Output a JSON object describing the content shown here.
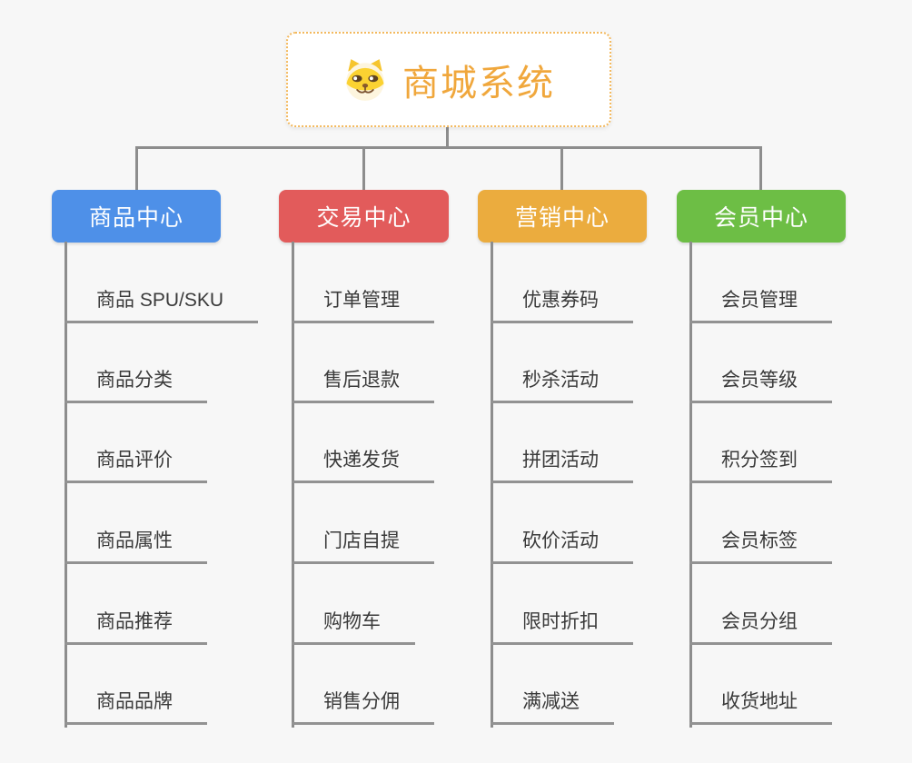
{
  "root": {
    "title": "商城系统",
    "icon": "dog-face-icon"
  },
  "branches": [
    {
      "label": "商品中心",
      "color": "#4e90e8",
      "items": [
        "商品 SPU/SKU",
        "商品分类",
        "商品评价",
        "商品属性",
        "商品推荐",
        "商品品牌"
      ]
    },
    {
      "label": "交易中心",
      "color": "#e25b5b",
      "items": [
        "订单管理",
        "售后退款",
        "快递发货",
        "门店自提",
        "购物车",
        "销售分佣"
      ]
    },
    {
      "label": "营销中心",
      "color": "#ebac3e",
      "items": [
        "优惠券码",
        "秒杀活动",
        "拼团活动",
        "砍价活动",
        "限时折扣",
        "满减送"
      ]
    },
    {
      "label": "会员中心",
      "color": "#6dbe45",
      "items": [
        "会员管理",
        "会员等级",
        "积分签到",
        "会员标签",
        "会员分组",
        "收货地址"
      ]
    }
  ],
  "colors": {
    "background": "#f7f7f7",
    "connector": "#8d8d8d",
    "root_border": "#f3b95e",
    "root_text": "#f0a73c",
    "leaf_text": "#3a3a3a"
  }
}
